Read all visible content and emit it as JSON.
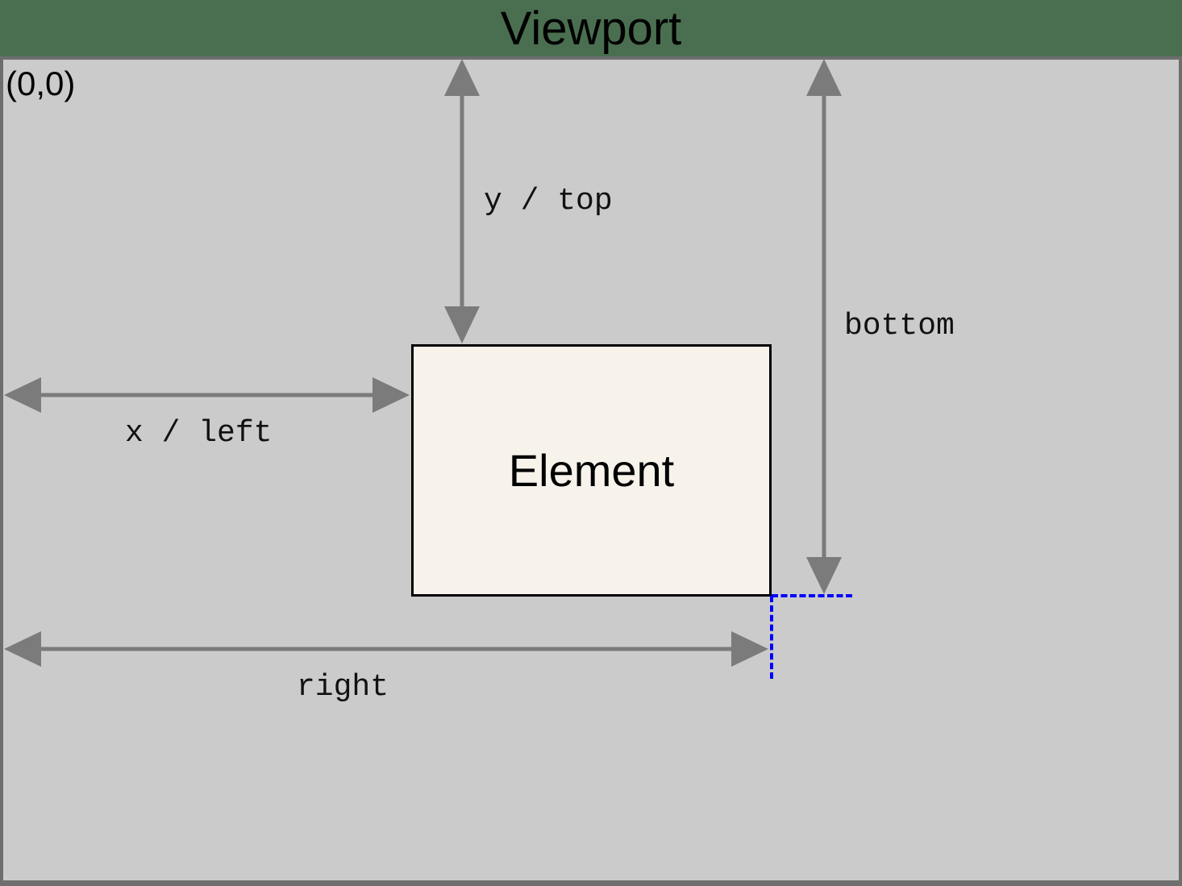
{
  "title": "Viewport",
  "viewport": {
    "origin_label": "(0,0)",
    "element_label": "Element"
  },
  "annotations": {
    "y_top": "y / top",
    "bottom": "bottom",
    "x_left": "x / left",
    "right": "right"
  },
  "colors": {
    "page_background": "#4a6f50",
    "viewport_fill": "#cbcbcb",
    "viewport_border": "#6e6e6e",
    "element_fill": "#f7f3eb",
    "element_border": "#000000",
    "arrow": "#7b7b7b",
    "guide_line": "#0000ff",
    "text": "#000000"
  }
}
